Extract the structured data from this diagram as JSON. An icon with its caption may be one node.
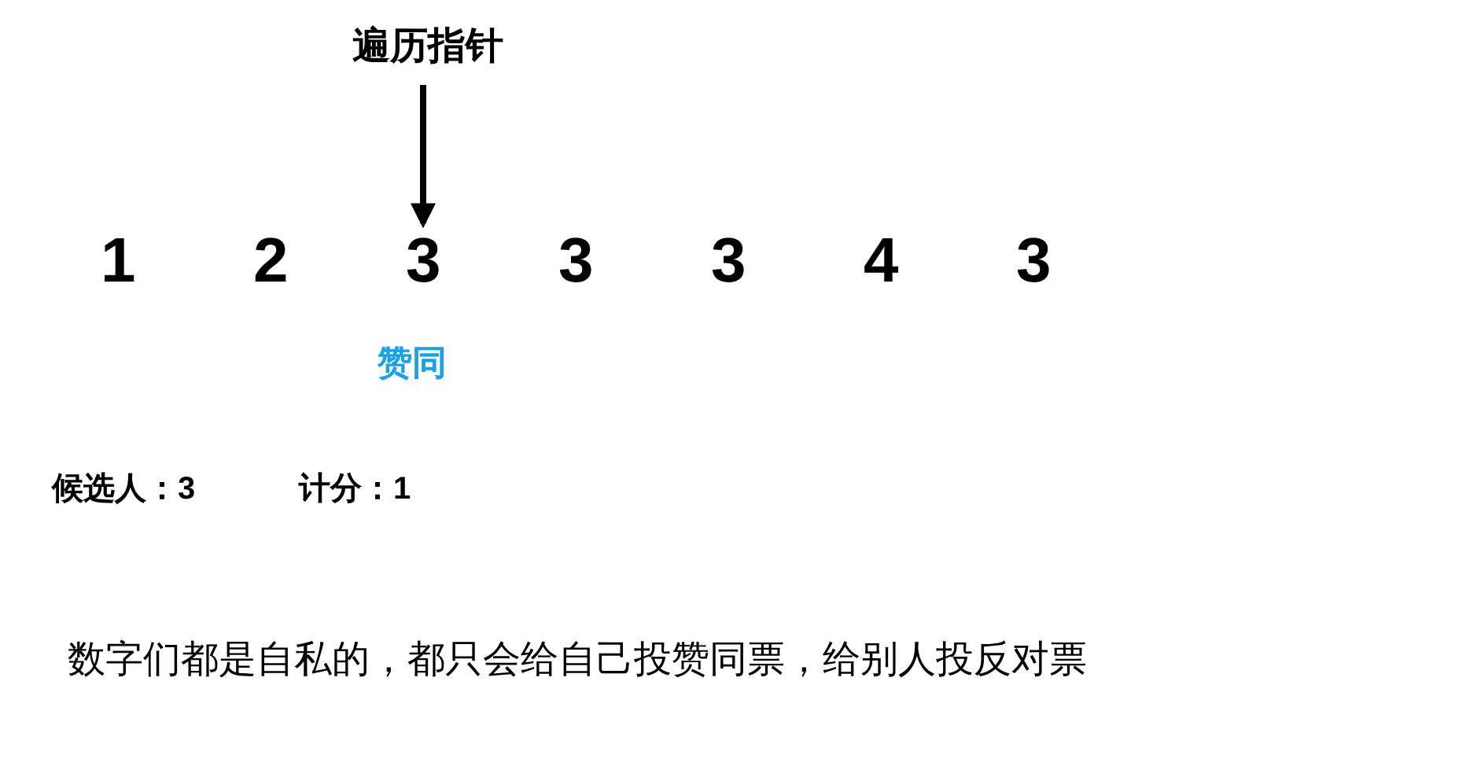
{
  "diagram": {
    "nodes": [
      {
        "text": [
          "遍历指针"
        ]
      },
      {
        "text": [
          "1"
        ]
      },
      {
        "text": [
          "2"
        ]
      },
      {
        "text": [
          "3"
        ]
      },
      {
        "text": [
          "3"
        ]
      },
      {
        "text": [
          "3"
        ]
      },
      {
        "text": [
          "4"
        ]
      },
      {
        "text": [
          "3"
        ]
      }
    ],
    "edges": [
      {
        "from": 0,
        "to": 3,
        "arrow": "to"
      }
    ],
    "labels": [
      "赞同",
      "候选人：3",
      "计分：1",
      "数字们都是自私的，都只会给自己投赞同票，给别人投反对票"
    ]
  }
}
